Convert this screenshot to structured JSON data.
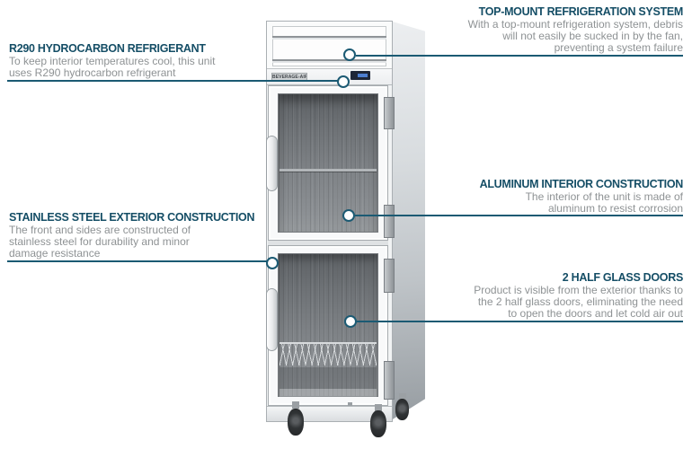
{
  "colors": {
    "background": "#FFFFFF",
    "accent_line": "#1B5A73",
    "heading_text": "#154E66",
    "body_text": "#8E9294"
  },
  "product": {
    "brand": "BEVERAGE-AIR"
  },
  "callouts": {
    "r290": {
      "title": "R290 HYDROCARBON REFRIGERANT",
      "body": "To keep interior temperatures cool, this unit uses R290 hydrocarbon refrigerant"
    },
    "top_mount": {
      "title": "TOP-MOUNT REFRIGERATION SYSTEM",
      "body": "With a top-mount refrigeration system, debris will not easily be sucked in by the fan, preventing a system failure"
    },
    "stainless": {
      "title": "STAINLESS STEEL EXTERIOR CONSTRUCTION",
      "body": "The front and sides are constructed of stainless steel for durability and minor damage resistance"
    },
    "aluminum": {
      "title": "ALUMINUM INTERIOR CONSTRUCTION",
      "body": "The interior of the unit is made of aluminum to resist corrosion"
    },
    "glass_doors": {
      "title": "2 HALF GLASS DOORS",
      "body": "Product is visible from the exterior thanks to the 2 half glass doors, eliminating the need to open the doors and let cold air out"
    }
  }
}
